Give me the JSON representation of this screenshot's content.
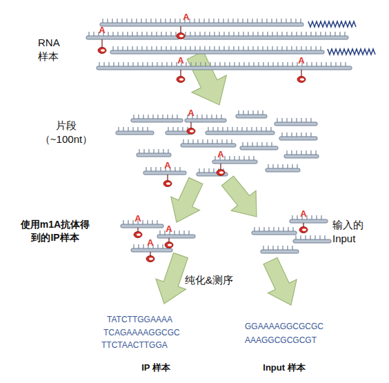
{
  "diagram": {
    "labels": [
      "RNA 样本",
      "A",
      "A",
      "A",
      "A",
      "片段 （~100nt）",
      "A",
      "A",
      "A",
      "使用m1A抗体得 到的IP样本",
      "A",
      "A",
      "A",
      "输入的 Input",
      "A",
      "纯化&测序",
      "TATCTTGGAAAA",
      "TCAGAAAAGGCGC",
      "TTCTAACTTGGA",
      "GGAAAAGGCGCGC",
      "AAAGGCGCGCGT",
      "IP 样本",
      "Input 样本"
    ]
  }
}
